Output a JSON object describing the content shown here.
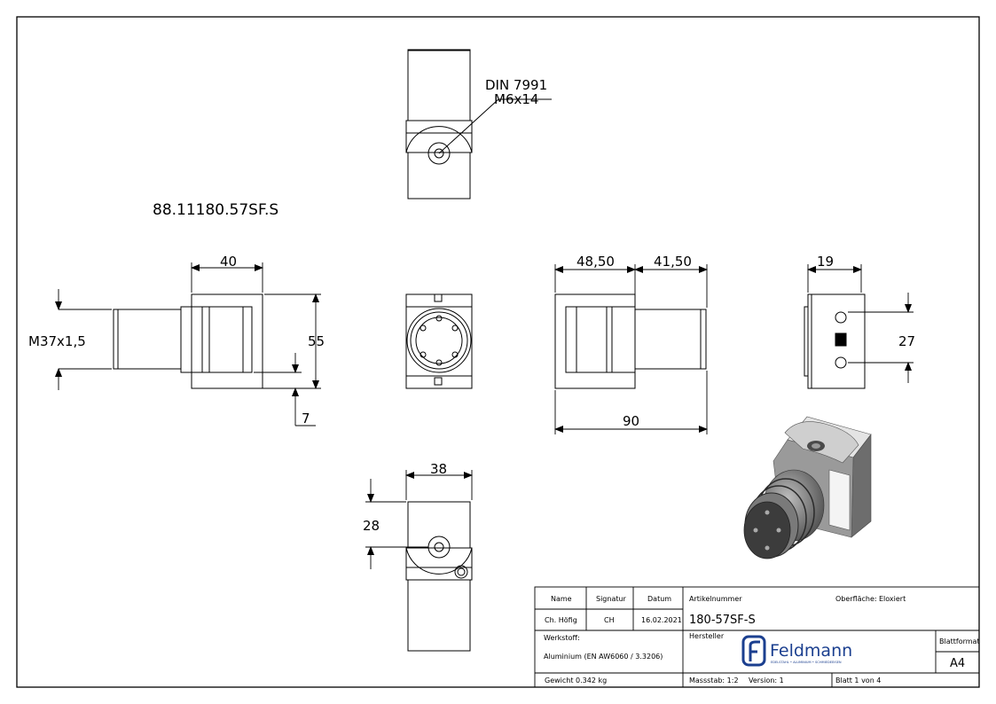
{
  "part_code": "88.11180.57SF.S",
  "callout": {
    "standard": "DIN 7991",
    "screw": "M6x14"
  },
  "dimensions": {
    "thread": "M37x1,5",
    "width_top": "40",
    "height": "55",
    "offset": "7",
    "len_a": "48,50",
    "len_b": "41,50",
    "total": "90",
    "side_width": "19",
    "hole_spacing": "27",
    "bottom_width": "38",
    "bottom_height": "28"
  },
  "title_block": {
    "head_name": "Name",
    "head_signatur": "Signatur",
    "head_datum": "Datum",
    "name": "Ch. Höfig",
    "signatur": "CH",
    "datum": "16.02.2021",
    "artikelnummer_label": "Artikelnummer",
    "artikelnummer": "180-57SF-S",
    "oberflaeche_label": "Oberfläche:",
    "oberflaeche": "Eloxiert",
    "werkstoff_label": "Werkstoff:",
    "werkstoff": "Aluminium (EN AW6060 / 3.3206)",
    "hersteller_label": "Hersteller",
    "brand": "Feldmann",
    "brand_tagline": "EDELSTAHL • ALUMINIUM • SCHMIEDEEISEN",
    "blattformat_label": "Blattformat",
    "blattformat": "A4",
    "gewicht": "Gewicht 0.342 kg",
    "massstab": "Massstab: 1:2",
    "version": "Version: 1",
    "blatt": "Blatt 1 von 4"
  },
  "colors": {
    "line": "#000000",
    "brand": "#1b3f8f",
    "shade_dark": "#3a3a3a",
    "shade_mid": "#8a8a8a",
    "shade_light": "#d9d9d9"
  }
}
